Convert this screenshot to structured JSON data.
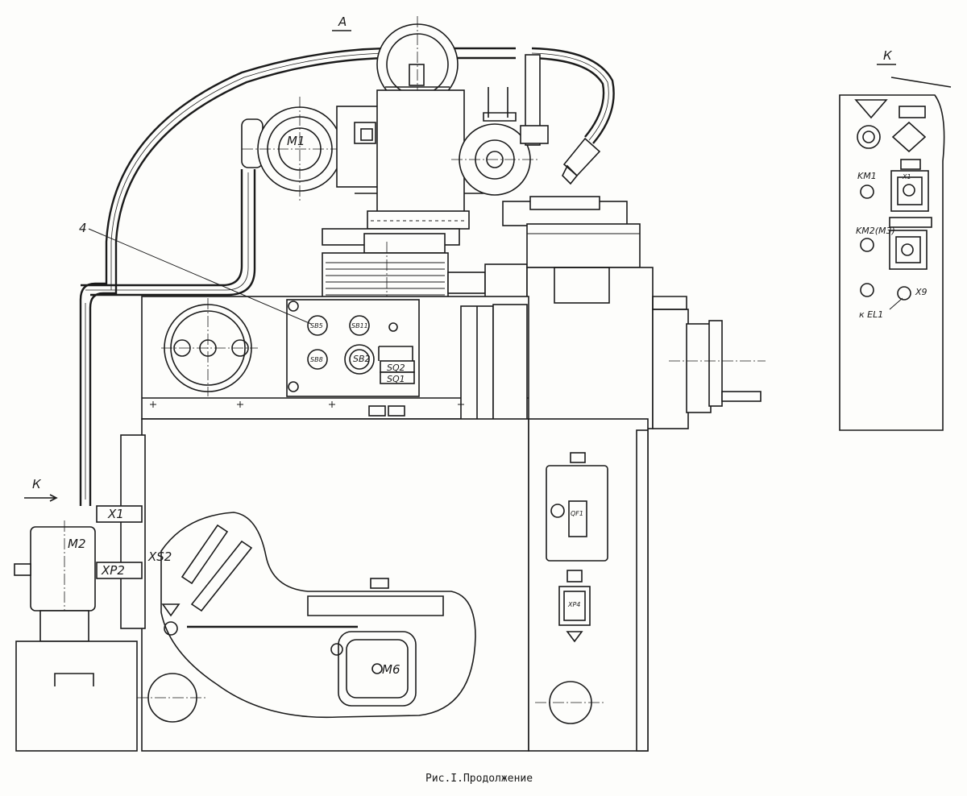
{
  "caption": "Рис.I.Продолжение",
  "view_labels": {
    "view_a": "А",
    "view_k_arrow": "К",
    "view_k_title": "К"
  },
  "leader_number": "4",
  "motors": {
    "m1": "M1",
    "m2": "M2",
    "m6": "M6"
  },
  "connectors": {
    "x1": "X1",
    "xp2": "XP2",
    "xs2": "XS2",
    "xp4": "XP4",
    "x9": "X9",
    "x1_small": "X1"
  },
  "switches": {
    "sb5": "SB5",
    "sb11": "SB11",
    "sb8": "SB8",
    "sb2": "SB2",
    "sq2": "SQ2",
    "sq1": "SQ1",
    "qf1": "QF1"
  },
  "view_k_labels": {
    "km1": "KM1",
    "km2": "KM2(M3)",
    "to_el1": "к EL1"
  }
}
